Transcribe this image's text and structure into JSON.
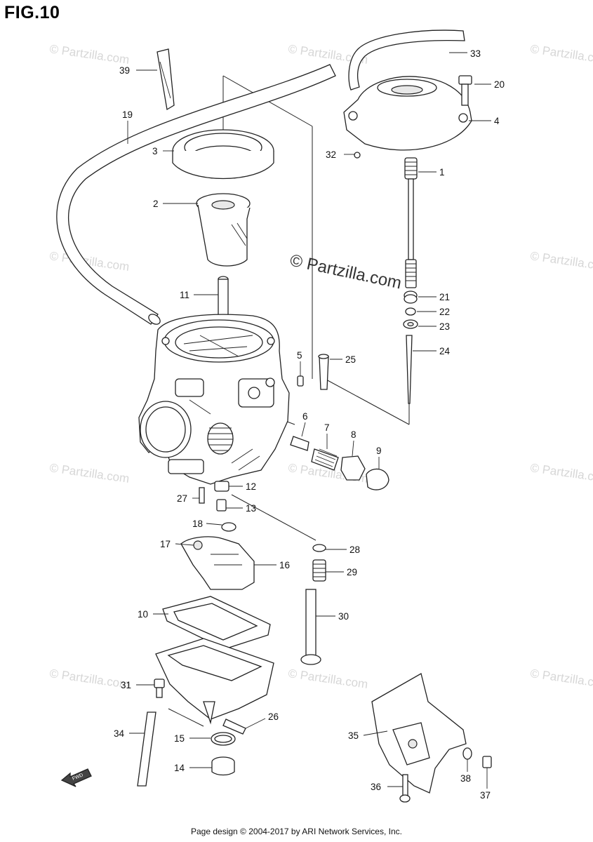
{
  "figure_title": "FIG.10",
  "footer": "Page design © 2004-2017 by ARI Network Services, Inc.",
  "watermark": "© Partzilla.com",
  "watermark_main": "© Partzilla.com",
  "fwd_label": "FWD",
  "callouts": {
    "p1": "1",
    "p2": "2",
    "p3": "3",
    "p4": "4",
    "p5": "5",
    "p6": "6",
    "p7": "7",
    "p8": "8",
    "p9": "9",
    "p10": "10",
    "p11": "11",
    "p12": "12",
    "p13": "13",
    "p14": "14",
    "p15": "15",
    "p16": "16",
    "p17": "17",
    "p18": "18",
    "p19": "19",
    "p20": "20",
    "p21": "21",
    "p22": "22",
    "p23": "23",
    "p24": "24",
    "p25": "25",
    "p26": "26",
    "p27": "27",
    "p28": "28",
    "p29": "29",
    "p30": "30",
    "p31": "31",
    "p32": "32",
    "p33": "33",
    "p34": "34",
    "p35": "35",
    "p36": "36",
    "p37": "37",
    "p38": "38",
    "p39": "39"
  }
}
